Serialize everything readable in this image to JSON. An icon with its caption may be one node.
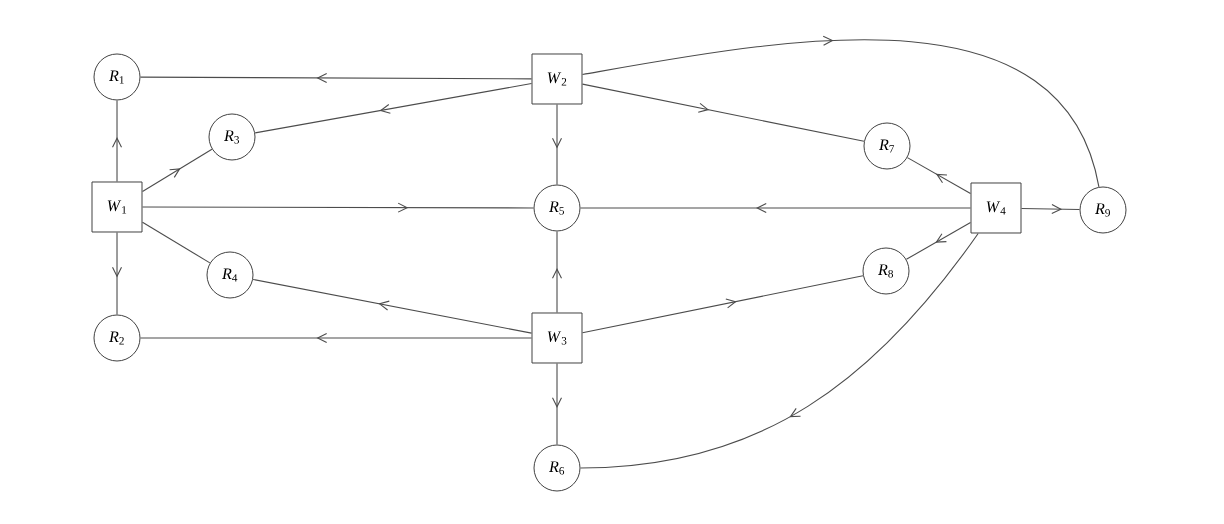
{
  "diagram": {
    "nodes": [
      {
        "text": [
          "*R*$_{1}$"
        ]
      },
      {
        "text": [
          "*W*$_{2}$"
        ]
      },
      {
        "text": [
          "*R*$_{3}$"
        ]
      },
      {
        "text": [
          "*R*$_{7}$"
        ]
      },
      {
        "text": [
          "*W*$_{1}$"
        ]
      },
      {
        "text": [
          "*R*$_{5}$"
        ]
      },
      {
        "text": [
          "*W*$_{4}$"
        ]
      },
      {
        "text": [
          "*R*$_{9}$"
        ]
      },
      {
        "text": [
          "*R*$_{4}$"
        ]
      },
      {
        "text": [
          "*R*$_{8}$"
        ]
      },
      {
        "text": [
          "*R*$_{2}$"
        ]
      },
      {
        "text": [
          "*W*$_{3}$"
        ]
      },
      {
        "text": [
          "*R*$_{6}$"
        ]
      }
    ],
    "edges": [
      {
        "from": 1,
        "to": 0,
        "arrow": "to"
      },
      {
        "from": 1,
        "to": 2,
        "arrow": "to"
      },
      {
        "from": 1,
        "to": 5,
        "arrow": "to"
      },
      {
        "from": 1,
        "to": 3,
        "arrow": "to"
      },
      {
        "from": 1,
        "to": 7,
        "arrow": "to"
      },
      {
        "from": 4,
        "to": 0,
        "arrow": "to"
      },
      {
        "from": 4,
        "to": 2,
        "arrow": "to"
      },
      {
        "from": 4,
        "to": 5,
        "arrow": "to"
      },
      {
        "from": 4,
        "to": 10,
        "arrow": "to"
      },
      {
        "from": 4,
        "to": 8,
        "arrow": "none"
      },
      {
        "from": 11,
        "to": 8,
        "arrow": "to"
      },
      {
        "from": 11,
        "to": 10,
        "arrow": "to"
      },
      {
        "from": 11,
        "to": 5,
        "arrow": "to"
      },
      {
        "from": 11,
        "to": 9,
        "arrow": "to"
      },
      {
        "from": 11,
        "to": 12,
        "arrow": "to"
      },
      {
        "from": 6,
        "to": 5,
        "arrow": "to"
      },
      {
        "from": 6,
        "to": 3,
        "arrow": "to"
      },
      {
        "from": 6,
        "to": 7,
        "arrow": "to"
      },
      {
        "from": 6,
        "to": 9,
        "arrow": "to"
      },
      {
        "from": 6,
        "to": 12,
        "arrow": "to"
      }
    ]
  }
}
